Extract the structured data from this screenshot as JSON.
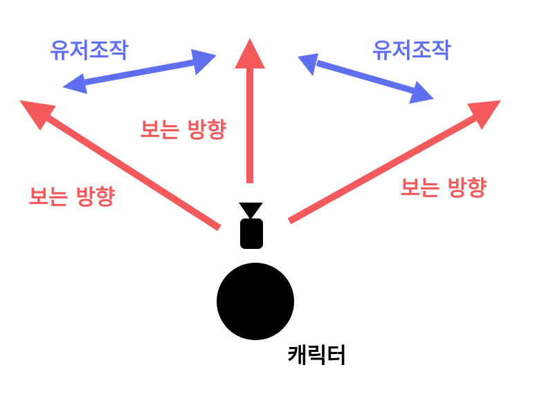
{
  "labels": {
    "user_control_left": "유저조작",
    "user_control_right": "유저조작",
    "view_direction_center": "보는 방향",
    "view_direction_left": "보는 방향",
    "view_direction_right": "보는 방향",
    "character": "캐릭터"
  },
  "colors": {
    "view_arrow": "#f4595b",
    "user_arrow": "#5f6ff0",
    "character": "#000000",
    "background": "#ffffff"
  }
}
